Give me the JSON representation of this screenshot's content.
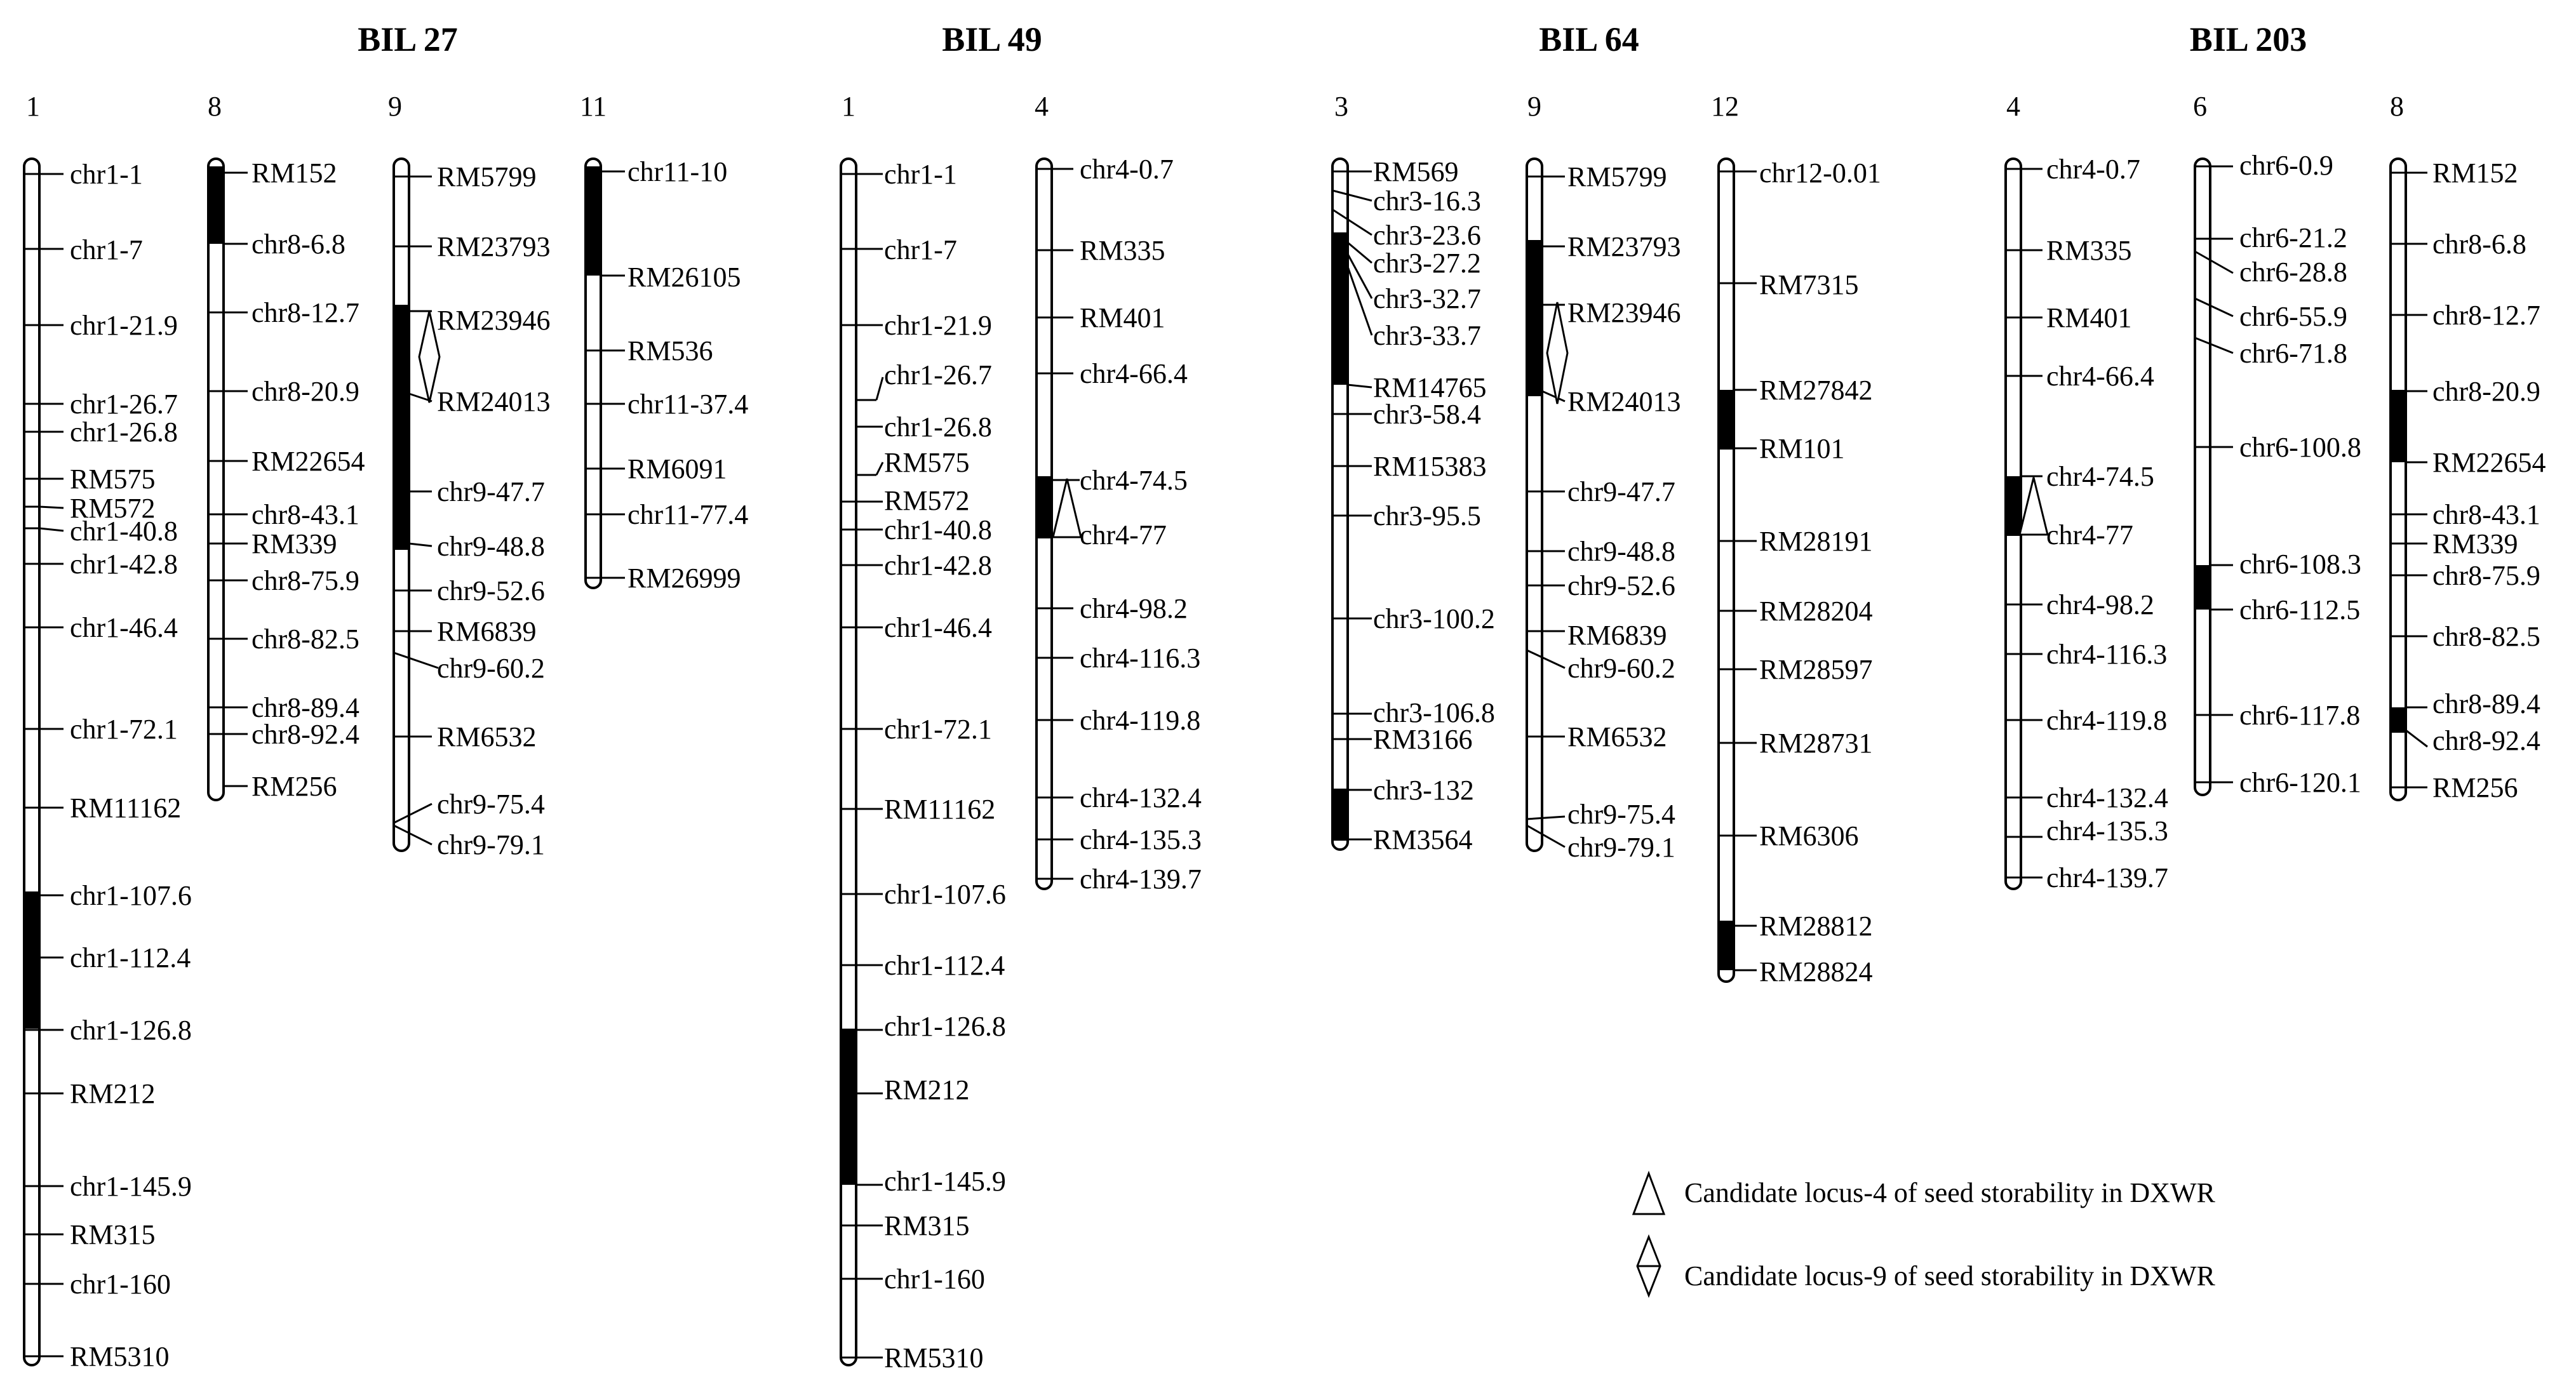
{
  "groups": [
    {
      "title": "BIL 27",
      "chromosomes": [
        {
          "number": "1",
          "markers": [
            "chr1-1",
            "chr1-7",
            "chr1-21.9",
            "chr1-26.7",
            "chr1-26.8",
            "RM575",
            "RM572",
            "chr1-40.8",
            "chr1-42.8",
            "chr1-46.4",
            "chr1-72.1",
            "RM11162",
            "chr1-107.6",
            "chr1-112.4",
            "chr1-126.8",
            "RM212",
            "chr1-145.9",
            "RM315",
            "chr1-160",
            "RM5310"
          ]
        },
        {
          "number": "8",
          "markers": [
            "RM152",
            "chr8-6.8",
            "chr8-12.7",
            "chr8-20.9",
            "RM22654",
            "chr8-43.1",
            "RM339",
            "chr8-75.9",
            "chr8-82.5",
            "chr8-89.4",
            "chr8-92.4",
            "RM256"
          ]
        },
        {
          "number": "9",
          "markers": [
            "RM5799",
            "RM23793",
            "RM23946",
            "RM24013",
            "chr9-47.7",
            "chr9-48.8",
            "chr9-52.6",
            "RM6839",
            "chr9-60.2",
            "RM6532",
            "chr9-75.4",
            "chr9-79.1"
          ]
        },
        {
          "number": "11",
          "markers": [
            "chr11-10",
            "RM26105",
            "RM536",
            "chr11-37.4",
            "RM6091",
            "chr11-77.4",
            "RM26999"
          ]
        }
      ]
    },
    {
      "title": "BIL 49",
      "chromosomes": [
        {
          "number": "1",
          "markers": [
            "chr1-1",
            "chr1-7",
            "chr1-21.9",
            "chr1-26.7",
            "chr1-26.8",
            "RM575",
            "RM572",
            "chr1-40.8",
            "chr1-42.8",
            "chr1-46.4",
            "chr1-72.1",
            "RM11162",
            "chr1-107.6",
            "chr1-112.4",
            "chr1-126.8",
            "RM212",
            "chr1-145.9",
            "RM315",
            "chr1-160",
            "RM5310"
          ]
        },
        {
          "number": "4",
          "markers": [
            "chr4-0.7",
            "RM335",
            "RM401",
            "chr4-66.4",
            "chr4-74.5",
            "chr4-77",
            "chr4-98.2",
            "chr4-116.3",
            "chr4-119.8",
            "chr4-132.4",
            "chr4-135.3",
            "chr4-139.7"
          ]
        }
      ]
    },
    {
      "title": "BIL 64",
      "chromosomes": [
        {
          "number": "3",
          "markers": [
            "RM569",
            "chr3-16.3",
            "chr3-23.6",
            "chr3-27.2",
            "chr3-32.7",
            "chr3-33.7",
            "RM14765",
            "chr3-58.4",
            "RM15383",
            "chr3-95.5",
            "chr3-100.2",
            "chr3-106.8",
            "RM3166",
            "chr3-132",
            "RM3564"
          ]
        },
        {
          "number": "9",
          "markers": [
            "RM5799",
            "RM23793",
            "RM23946",
            "RM24013",
            "chr9-47.7",
            "chr9-48.8",
            "chr9-52.6",
            "RM6839",
            "chr9-60.2",
            "RM6532",
            "chr9-75.4",
            "chr9-79.1"
          ]
        },
        {
          "number": "12",
          "markers": [
            "chr12-0.01",
            "RM7315",
            "RM27842",
            "RM101",
            "RM28191",
            "RM28204",
            "RM28597",
            "RM28731",
            "RM6306",
            "RM28812",
            "RM28824"
          ]
        }
      ]
    },
    {
      "title": "BIL 203",
      "chromosomes": [
        {
          "number": "4",
          "markers": [
            "chr4-0.7",
            "RM335",
            "RM401",
            "chr4-66.4",
            "chr4-74.5",
            "chr4-77",
            "chr4-98.2",
            "chr4-116.3",
            "chr4-119.8",
            "chr4-132.4",
            "chr4-135.3",
            "chr4-139.7"
          ]
        },
        {
          "number": "6",
          "markers": [
            "chr6-0.9",
            "chr6-21.2",
            "chr6-28.8",
            "chr6-55.9",
            "chr6-71.8",
            "chr6-100.8",
            "chr6-108.3",
            "chr6-112.5",
            "chr6-117.8",
            "chr6-120.1"
          ]
        },
        {
          "number": "8",
          "markers": [
            "RM152",
            "chr8-6.8",
            "chr8-12.7",
            "chr8-20.9",
            "RM22654",
            "chr8-43.1",
            "RM339",
            "chr8-75.9",
            "chr8-82.5",
            "chr8-89.4",
            "chr8-92.4",
            "RM256"
          ]
        }
      ]
    }
  ],
  "legend": {
    "locus4": "Candidate locus-4 of seed storability in DXWR",
    "locus9": "Candidate locus-9 of seed storability in DXWR"
  },
  "colors": {
    "segment": "#000000",
    "chromosome_fill": "#ffffff",
    "line": "#000000"
  }
}
